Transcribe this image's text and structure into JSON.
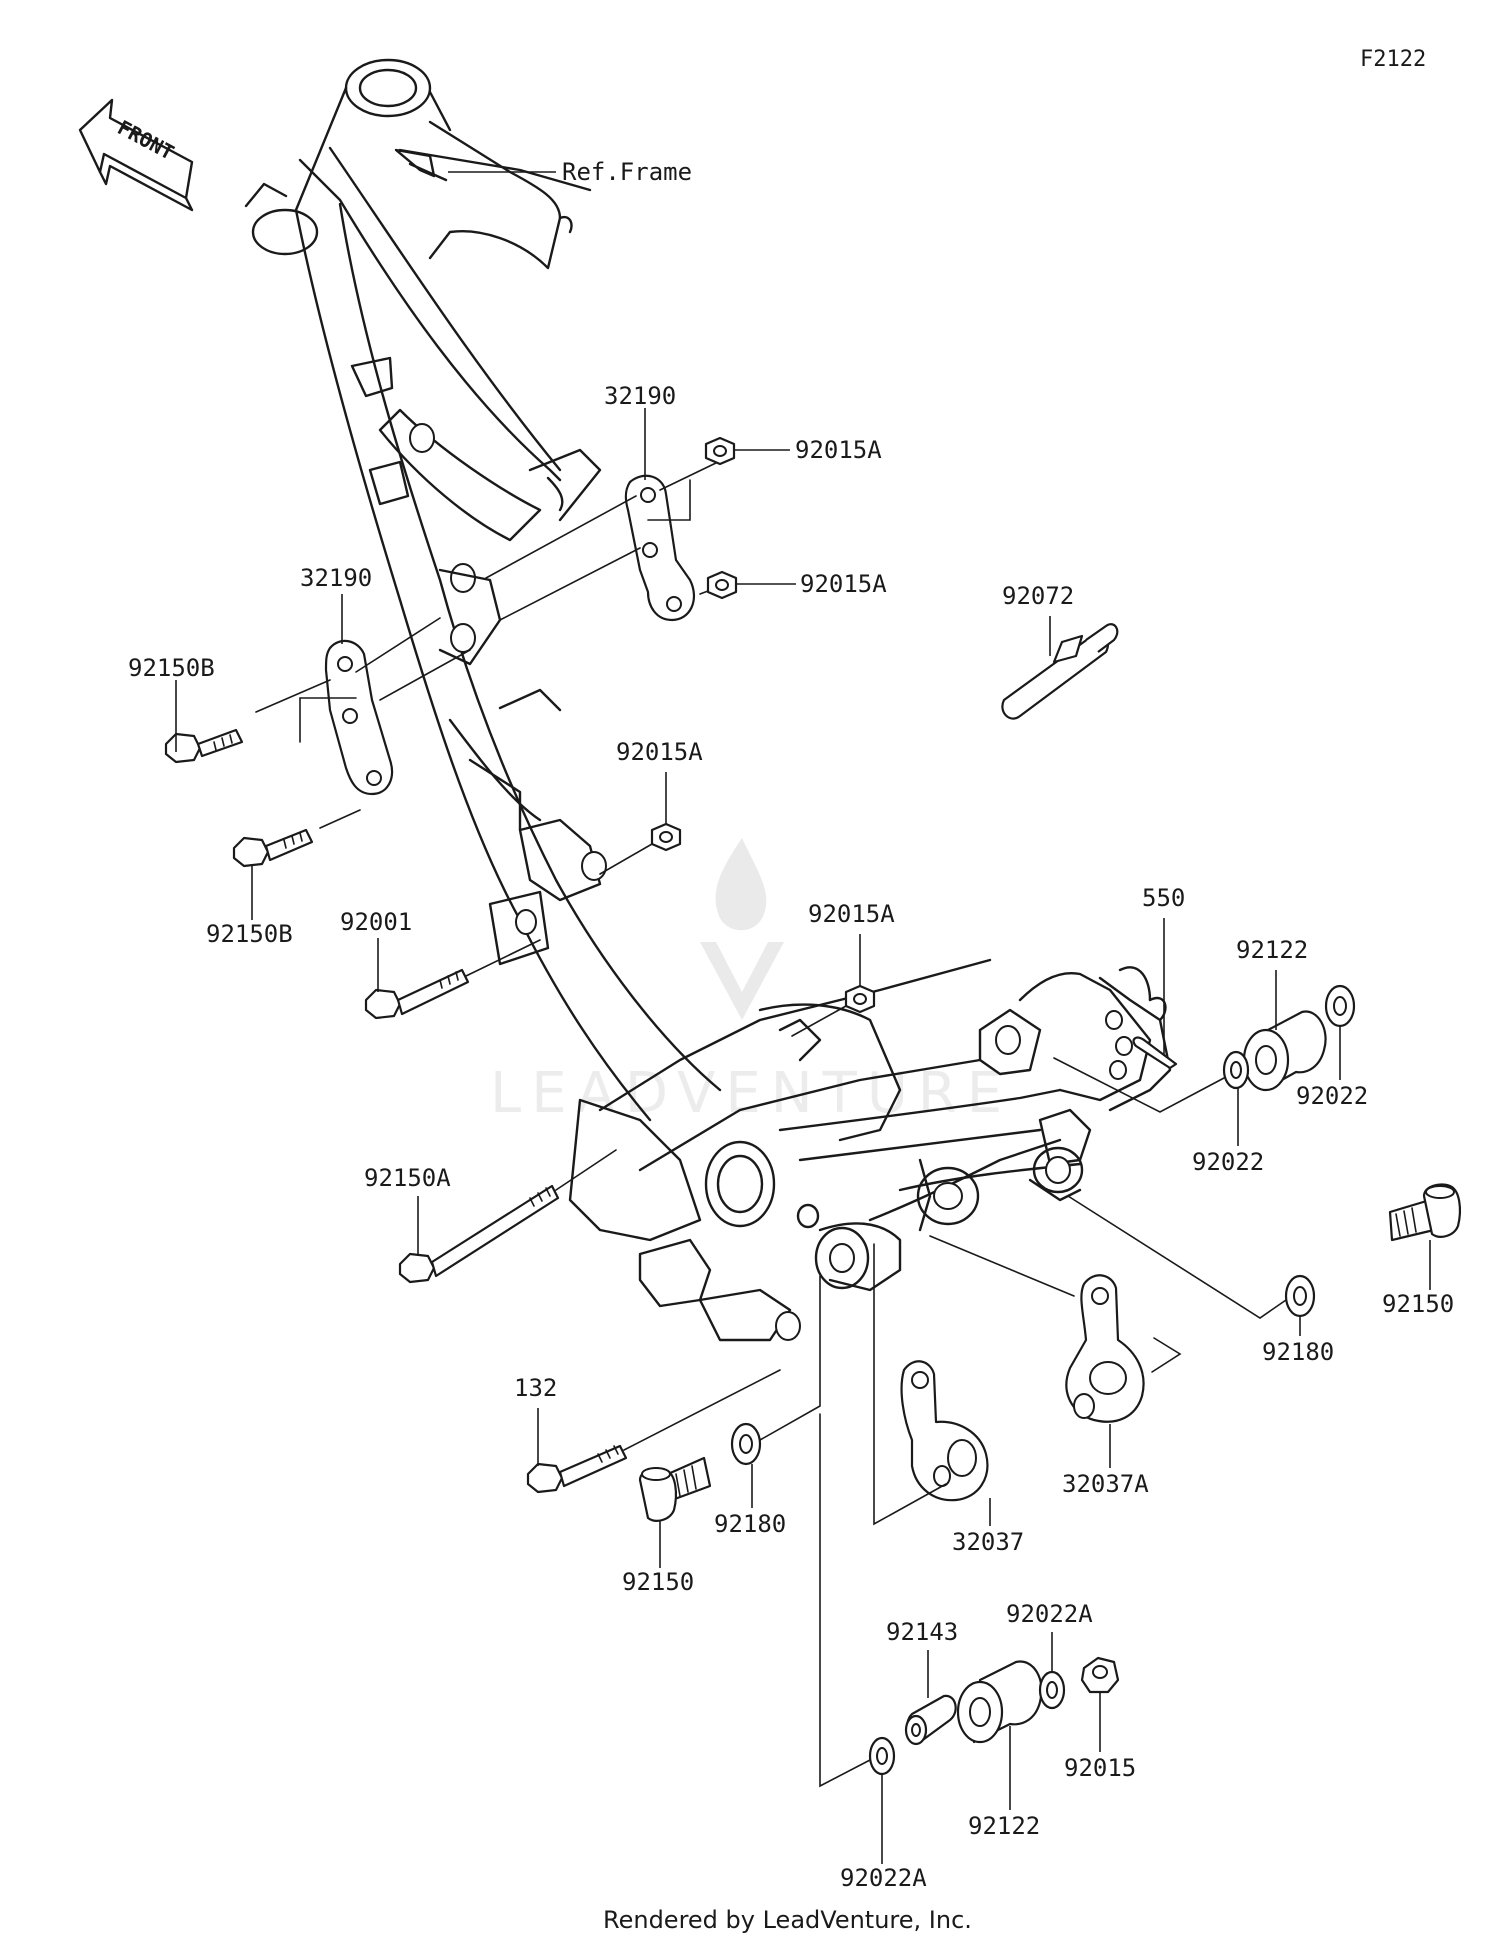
{
  "diagram_code": "F2122",
  "front_arrow_label": "FRONT",
  "footer": "Rendered by LeadVenture, Inc.",
  "watermark_text": "LEADVENTURE",
  "labels": {
    "ref_frame": "Ref.Frame",
    "p32190_upper": "32190",
    "p32190_lower": "32190",
    "p92015A_a": "92015A",
    "p92015A_b": "92015A",
    "p92015A_c": "92015A",
    "p92015A_d": "92015A",
    "p92150B_upper": "92150B",
    "p92150B_lower": "92150B",
    "p92001": "92001",
    "p92072": "92072",
    "p550": "550",
    "p92122_right": "92122",
    "p92022_right": "92022",
    "p92022_mid": "92022",
    "p92150A": "92150A",
    "p92150_right": "92150",
    "p92180_right": "92180",
    "p132": "132",
    "p92150_lower": "92150",
    "p92180_lower": "92180",
    "p32037": "32037",
    "p32037A": "32037A",
    "p92022A_top": "92022A",
    "p92143": "92143",
    "p92015": "92015",
    "p92122_lower": "92122",
    "p92022A_bottom": "92022A"
  }
}
